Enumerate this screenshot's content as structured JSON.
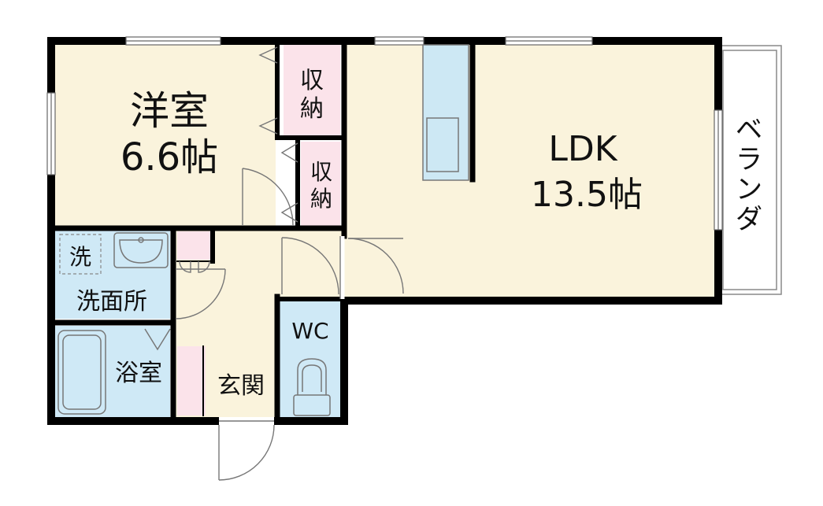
{
  "rooms": {
    "western_room": {
      "name": "洋室",
      "size": "6.6帖"
    },
    "ldk": {
      "name": "LDK",
      "size": "13.5帖"
    },
    "closet_1": {
      "label_top": "収",
      "label_bottom": "納"
    },
    "closet_2": {
      "label_top": "収",
      "label_bottom": "納"
    },
    "washroom": {
      "name": "洗面所"
    },
    "washer": {
      "label": "洗"
    },
    "bathroom": {
      "name": "浴室"
    },
    "entrance": {
      "name": "玄関"
    },
    "toilet": {
      "name": "WC"
    },
    "balcony": {
      "chars": [
        "ベ",
        "ラ",
        "ン",
        "ダ"
      ]
    }
  },
  "colors": {
    "wall": "#000000",
    "living_floor": "#faf3dc",
    "wet_area": "#cfe9f6",
    "storage": "#fbe3ea",
    "counter": "#cde8f4"
  }
}
